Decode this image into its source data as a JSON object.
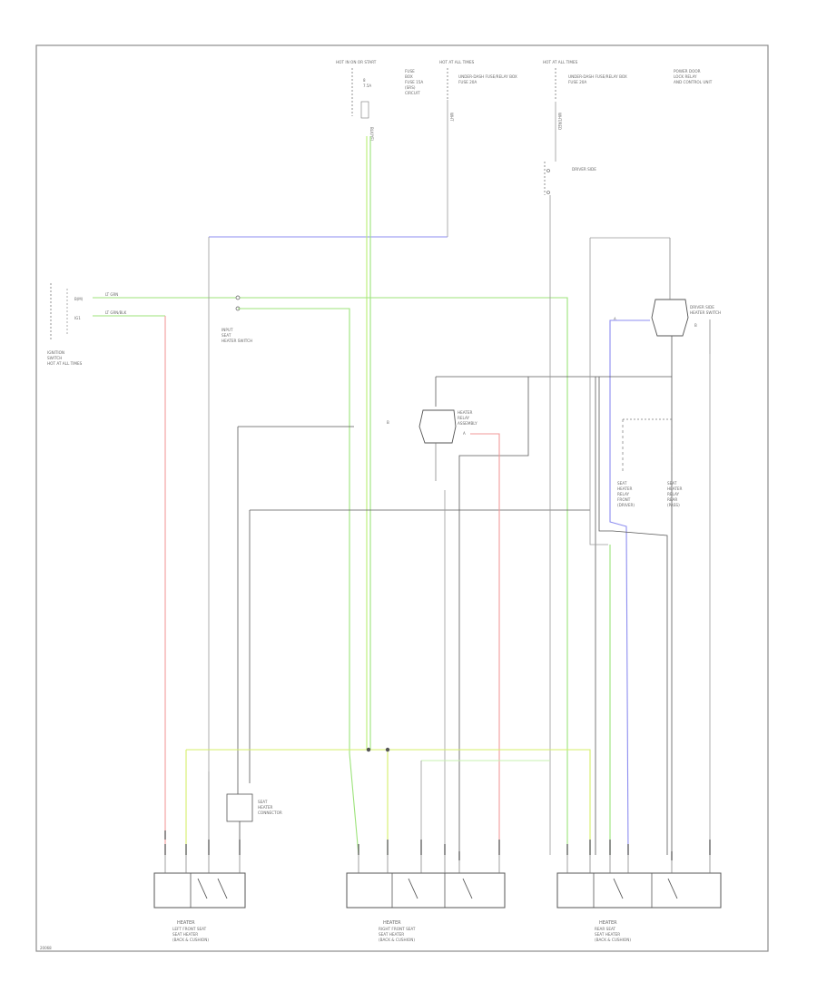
{
  "colors": {
    "green": "#9ce37a",
    "yellow_green": "#d4ef6a",
    "red": "#f19a9a",
    "blue": "#8d8df0",
    "black_wire": "#5a5a5a",
    "gray_wire": "#a8a8a8",
    "frame": "#8c8c8c"
  },
  "diagram": {
    "figure_id": "20068",
    "top_sources": [
      {
        "title": "HOT IN ON OR START",
        "lines": [
          "FUSE",
          "BOX",
          "FUSE 15A",
          "(SRS)",
          "CIRCUIT"
        ],
        "fuse": "8",
        "fuse_rating": "7.5A",
        "wire": "BLK/YEL"
      },
      {
        "title": "HOT AT ALL TIMES",
        "lines": [
          "UNDER-DASH FUSE/RELAY BOX",
          "FUSE 20A"
        ],
        "wire": "WHT"
      },
      {
        "title": "HOT AT ALL TIMES",
        "lines": [
          "UNDER-DASH FUSE/RELAY BOX",
          "FUSE 20A"
        ],
        "wire": "WHT/RED"
      }
    ],
    "top_right_note": [
      "POWER DOOR",
      "LOCK RELAY",
      "AND CONTROL UNIT"
    ],
    "left_switch": {
      "lines": [
        "IGNITION",
        "SWITCH",
        "HOT AT ALL TIMES"
      ],
      "pin_a": "B(M)",
      "pin_b": "IG1",
      "wire_a": "LT GRN",
      "wire_b": "LT GRN/BLK"
    },
    "mid_label": [
      "INPUT",
      "SEAT",
      "HEATER SWITCH"
    ],
    "right_connector": {
      "lines": [
        "DRIVER SIDE",
        "HEATER SWITCH"
      ],
      "pin_left": "A",
      "pin_right": "B"
    },
    "center_relay": {
      "lines": [
        "HEATER",
        "RELAY",
        "ASSEMBLY"
      ],
      "pin_left": "B",
      "pin_right": "A"
    },
    "right_labels": [
      {
        "lines": [
          "SEAT",
          "HEATER",
          "RELAY",
          "FRONT",
          "(DRIVER)"
        ]
      },
      {
        "lines": [
          "SEAT",
          "HEATER",
          "RELAY",
          "REAR",
          "(PASS)"
        ]
      }
    ],
    "inline_connector": {
      "lines": [
        "SEAT",
        "HEATER",
        "CONNECTOR"
      ]
    },
    "bottom_components": [
      {
        "title": "HEATER",
        "lines": [
          "LEFT FRONT SEAT",
          "SEAT HEATER",
          "(BACK & CUSHION)"
        ]
      },
      {
        "title": "HEATER",
        "lines": [
          "RIGHT FRONT SEAT",
          "SEAT HEATER",
          "(BACK & CUSHION)"
        ]
      },
      {
        "title": "HEATER",
        "lines": [
          "REAR SEAT",
          "SEAT HEATER",
          "(BACK & CUSHION)"
        ]
      }
    ]
  }
}
